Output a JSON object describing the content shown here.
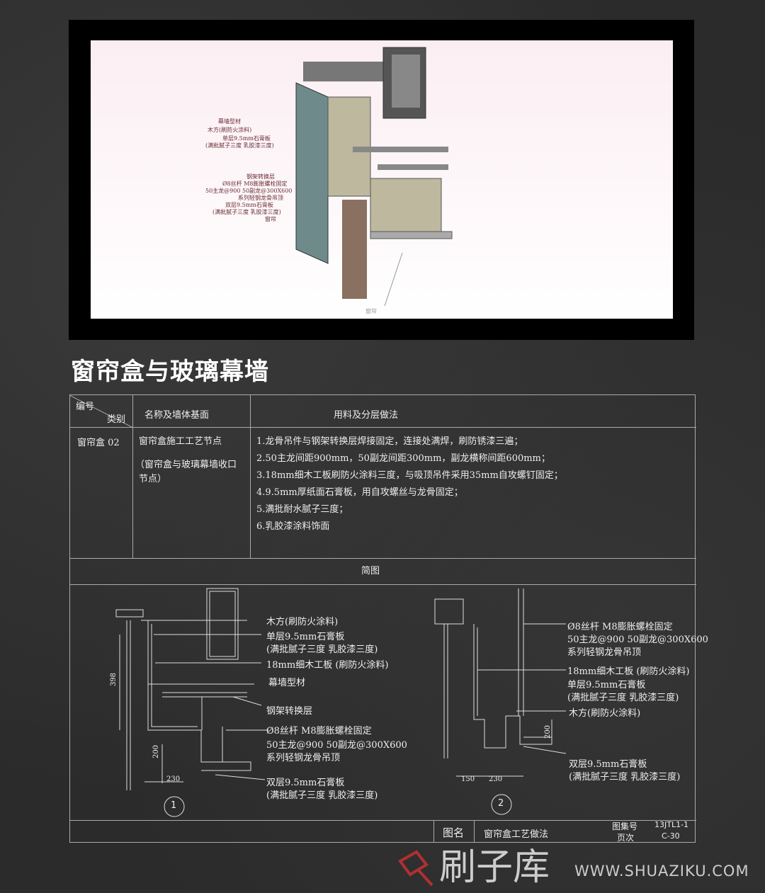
{
  "render3d": {
    "labels": [
      "幕墙型材",
      "木方(刷防火涂料)",
      "单层9.5mm石膏板",
      "(满批腻子三度 乳胶漆三度)",
      "钢架转换层",
      "Ø8丝杆 M8膨胀螺栓固定",
      "50主龙@900 50副龙@300X600",
      "系列轻钢龙骨吊顶",
      "双层9.5mm石膏板",
      "(满批腻子三度 乳胶漆三度)",
      "窗帘"
    ],
    "bottom_label": "窗帘"
  },
  "title": "窗帘盒与玻璃幕墙",
  "table": {
    "header": {
      "code": "编号",
      "category": "类别",
      "name": "名称及墙体基面",
      "method": "用料及分层做法"
    },
    "row": {
      "code": "窗帘盒 02",
      "name": "窗帘盒施工工艺节点",
      "name_sub1": "（窗帘盒与玻璃幕墙收口",
      "name_sub2": "节点）",
      "steps": [
        "1.龙骨吊件与钢架转换层焊接固定，连接处满焊，刷防锈漆三遍；",
        "2.50主龙间距900mm，50副龙间距300mm，副龙横称间距600mm；",
        "3.18mm细木工板刷防火涂料三度，与吸顶吊件采用35mm自攻螺钉固定；",
        "4.9.5mm厚纸面石膏板，用自攻螺丝与龙骨固定；",
        "5.满批耐水腻子三度；",
        "6.乳胶漆涂料饰面"
      ]
    },
    "diagram_title": "简图"
  },
  "detail1": {
    "labels": [
      "木方(刷防火涂料)",
      "单层9.5mm石膏板",
      "(满批腻子三度 乳胶漆三度)",
      "18mm细木工板 (刷防火涂料)",
      "幕墙型材",
      "钢架转换层",
      "Ø8丝杆 M8膨胀螺栓固定",
      "50主龙@900  50副龙@300X600",
      "系列轻钢龙骨吊顶",
      "双层9.5mm石膏板",
      "(满批腻子三度 乳胶漆三度)"
    ],
    "dims": [
      "398",
      "200",
      "230"
    ],
    "number": "1"
  },
  "detail2": {
    "labels": [
      "Ø8丝杆 M8膨胀螺栓固定",
      "50主龙@900  50副龙@300X600",
      "系列轻钢龙骨吊顶",
      "18mm细木工板 (刷防火涂料)",
      "单层9.5mm石膏板",
      "(满批腻子三度 乳胶漆三度)",
      "木方(刷防火涂料)",
      "双层9.5mm石膏板",
      "(满批腻子三度 乳胶漆三度)"
    ],
    "dims": [
      "200",
      "150",
      "230"
    ],
    "number": "2"
  },
  "titleblock": {
    "name_label": "图名",
    "name": "窗帘盒工艺做法",
    "atlas_label": "图集号",
    "atlas": "13JTL1-1",
    "page_label": "页次",
    "page": "C-30"
  },
  "watermark": {
    "brand": "刷子库",
    "url": "WWW.SHUAZIKU.COM",
    "color": "#b03030"
  }
}
